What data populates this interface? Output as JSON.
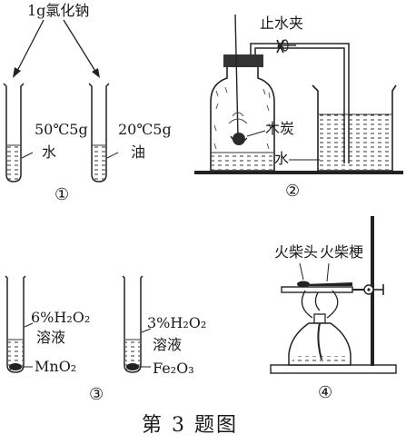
{
  "exp1": {
    "top_label": "1g氯化钠",
    "tube_left": {
      "line1": "50℃5g",
      "line2": "水"
    },
    "tube_right": {
      "line1": "20℃5g",
      "line2": "油"
    },
    "number": "①"
  },
  "exp2": {
    "clamp_label": "止水夹",
    "charcoal_label": "木炭",
    "water_label": "水",
    "number": "②"
  },
  "exp3": {
    "left": {
      "line1": "6%H₂O₂",
      "line2": "溶液",
      "solid": "MnO₂"
    },
    "right": {
      "line1": "3%H₂O₂",
      "line2": "溶液",
      "solid": "Fe₂O₃"
    },
    "number": "③"
  },
  "exp4": {
    "match_head_label": "火柴头",
    "match_stick_label": "火柴梗",
    "number": "④"
  },
  "caption": "第 3 题图"
}
